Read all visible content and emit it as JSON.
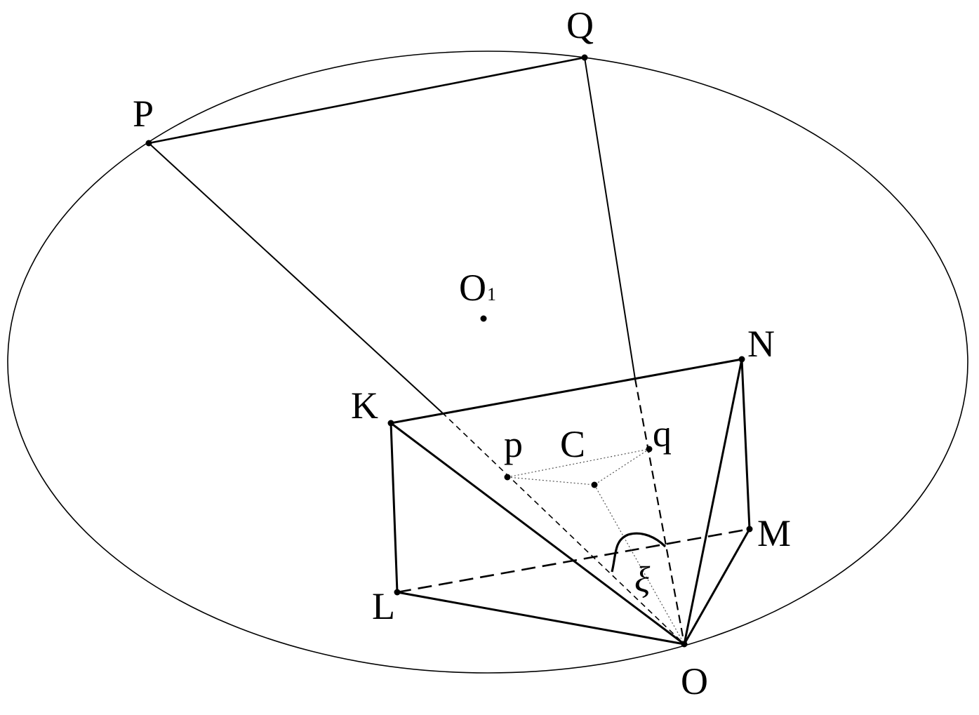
{
  "diagram": {
    "points": {
      "Q": "Q",
      "P": "P",
      "O1": "O",
      "O1_sub": "1",
      "N": "N",
      "K": "K",
      "C": "C",
      "p": "p",
      "q": "q",
      "M": "M",
      "L": "L",
      "O": "O"
    },
    "angle_label": "ξ",
    "colors": {
      "stroke": "#000000",
      "background": "#ffffff",
      "dotted": "#555555"
    }
  }
}
